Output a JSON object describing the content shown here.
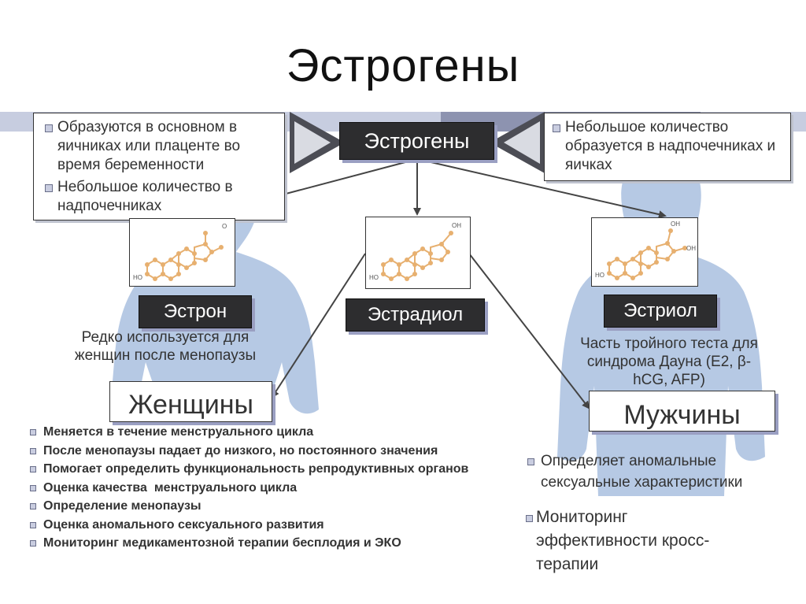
{
  "title": "Эстрогены",
  "center_label": "Эстрогены",
  "left_note": {
    "items": [
      "Образуются в основном в яичниках или плаценте во время беременности",
      "Небольшое количество в надпочечниках"
    ]
  },
  "right_note": {
    "items": [
      "Небольшое количество образуется в надпочечниках и яичках"
    ]
  },
  "hormones": [
    {
      "label": "Эстрон",
      "ho": "HO",
      "top_group": "O"
    },
    {
      "label": "Эстрадиол",
      "ho": "HO",
      "top_group": "OH"
    },
    {
      "label": "Эстриол",
      "ho": "HO",
      "top_group": "OH",
      "side_group": "OH"
    }
  ],
  "estrone_caption": [
    "Редко используется для",
    "женщин после менопаузы"
  ],
  "estriol_caption": [
    "Часть тройного теста для",
    "синдрома Дауна (E2, β-",
    "hCG, AFP)"
  ],
  "women": {
    "label": "Женщины",
    "items": [
      "Меняется в течение менструального цикла",
      "После менопаузы падает до низкого, но постоянного значения",
      "Помогает определить функциональность репродуктивных органов",
      "Оценка качества  менструального цикла",
      "Определение менопаузы",
      "Оценка аномального сексуального развития",
      "Мониторинг медикаментозной терапии бесплодия и ЭКО"
    ]
  },
  "men": {
    "label": "Мужчины",
    "items": [
      "Определяет аномальные сексуальные характеристики",
      "Мониторинг эффективности кросс-терапии"
    ]
  },
  "colors": {
    "silhouette": "#a9c0df",
    "bar_light": "#c7cde0",
    "bar_dark": "#8d93b0",
    "box_dark": "#2d2d2f",
    "shadow": "#9a9fc2",
    "molecule": "#e7b070"
  }
}
